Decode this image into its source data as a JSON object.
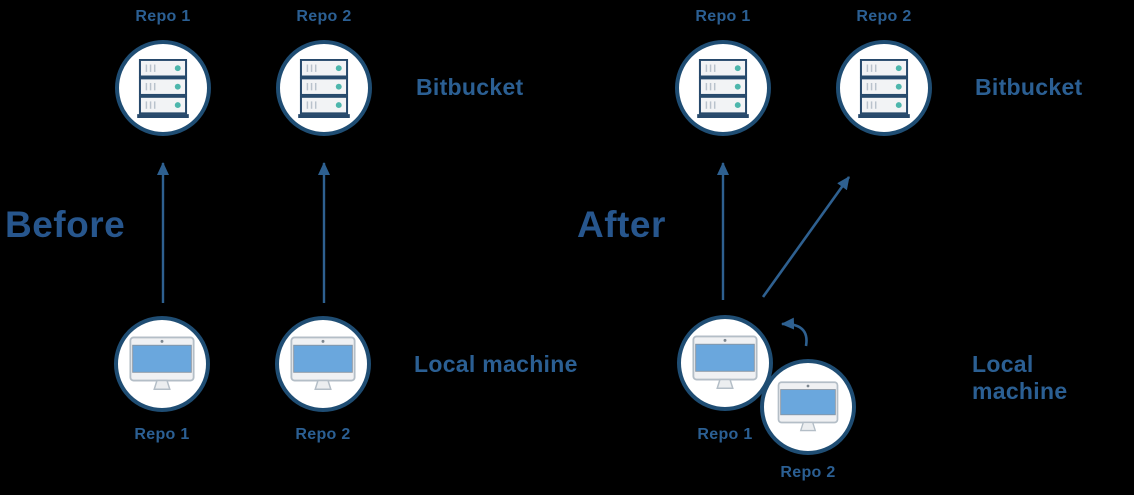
{
  "before": {
    "title": "Before",
    "bitbucket_label": "Bitbucket",
    "local_machine_label": "Local machine",
    "remote_repo_1": "Repo 1",
    "remote_repo_2": "Repo 2",
    "local_repo_1": "Repo 1",
    "local_repo_2": "Repo 2"
  },
  "after": {
    "title": "After",
    "bitbucket_label": "Bitbucket",
    "local_machine_label": "Local machine",
    "remote_repo_1": "Repo 1",
    "remote_repo_2": "Repo 2",
    "local_repo_1": "Repo 1",
    "local_repo_2": "Repo 2"
  },
  "icons": {
    "remote": "server-icon",
    "local": "desktop-icon"
  },
  "colors": {
    "background": "#000000",
    "circle_border": "#1f4d73",
    "label_text": "#2b5f93",
    "title_text": "#27568d",
    "arrow": "#2e6090",
    "screen_blue": "#6aa7dd",
    "server_dot_teal": "#4db6ac",
    "icon_gray": "#f1f2f4"
  }
}
